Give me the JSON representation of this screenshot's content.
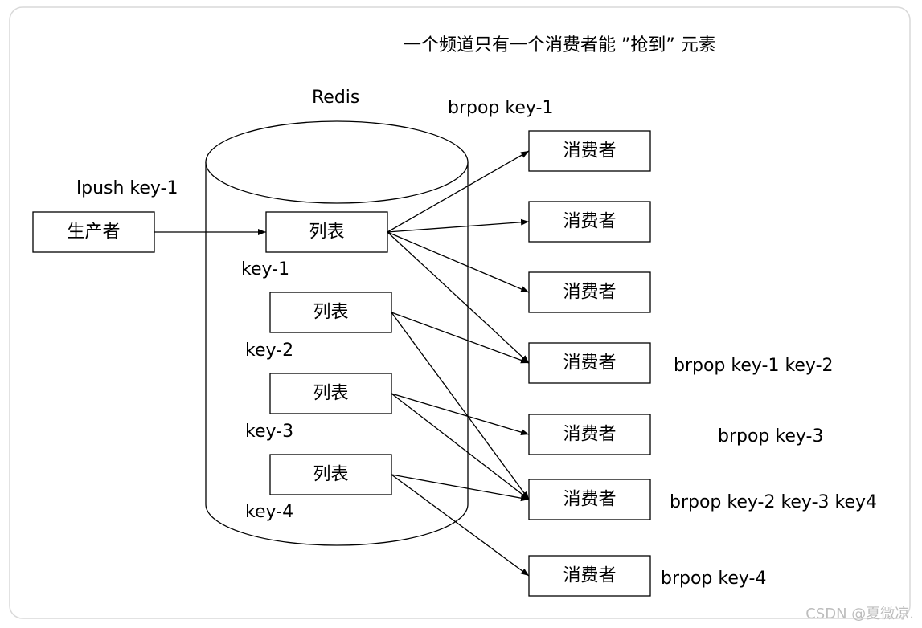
{
  "title": "一个频道只有一个消费者能 ”抢到” 元素",
  "redis_label": "Redis",
  "producer": {
    "label": "生产者",
    "command": "lpush key-1"
  },
  "lists": [
    {
      "label": "列表",
      "key": "key-1"
    },
    {
      "label": "列表",
      "key": "key-2"
    },
    {
      "label": "列表",
      "key": "key-3"
    },
    {
      "label": "列表",
      "key": "key-4"
    }
  ],
  "consumers": [
    {
      "label": "消费者"
    },
    {
      "label": "消费者"
    },
    {
      "label": "消费者"
    },
    {
      "label": "消费者"
    },
    {
      "label": "消费者"
    },
    {
      "label": "消费者"
    },
    {
      "label": "消费者"
    }
  ],
  "commands": {
    "top": "brpop key-1",
    "c4": "brpop key-1 key-2",
    "c5": "brpop key-3",
    "c6": "brpop key-2 key-3 key4",
    "c7": "brpop key-4"
  },
  "watermark": "CSDN @夏微凉.",
  "edges": [
    {
      "from": "list-0",
      "to": "consumer-0"
    },
    {
      "from": "list-0",
      "to": "consumer-1"
    },
    {
      "from": "list-0",
      "to": "consumer-2"
    },
    {
      "from": "list-0",
      "to": "consumer-3"
    },
    {
      "from": "list-1",
      "to": "consumer-3"
    },
    {
      "from": "list-1",
      "to": "consumer-5"
    },
    {
      "from": "list-2",
      "to": "consumer-4"
    },
    {
      "from": "list-2",
      "to": "consumer-5"
    },
    {
      "from": "list-3",
      "to": "consumer-5"
    },
    {
      "from": "list-3",
      "to": "consumer-6"
    }
  ],
  "colors": {
    "stroke": "#000000",
    "background": "#ffffff",
    "frame": "#d9d9d9",
    "watermark": "#bdbdbd"
  }
}
